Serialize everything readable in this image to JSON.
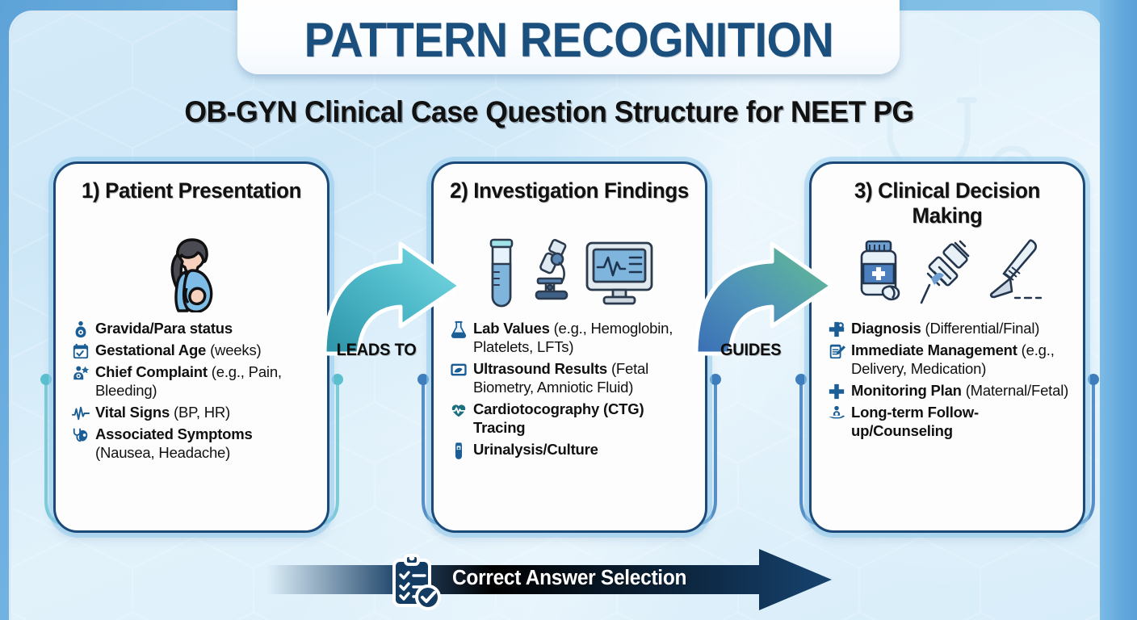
{
  "title": "PATTERN RECOGNITION",
  "subtitle": "OB-GYN Clinical Case Question Structure for NEET PG",
  "colors": {
    "title_navy": "#1b4f7e",
    "card_border": "#1b4a78",
    "icon_blue": "#1b5e96",
    "arrow1_start": "#2f9bb0",
    "arrow1_end": "#6fd0dd",
    "arrow2_start": "#3f72b8",
    "arrow2_end": "#5fbf8c",
    "banner_navy": "#143c63",
    "page_bg": "#5fa8dd"
  },
  "cards": [
    {
      "id": "card-patient-presentation",
      "heading": "1) Patient Presentation",
      "icons": [
        "pregnant-woman-icon"
      ],
      "bullets": [
        {
          "icon": "pregnancy-person-icon",
          "bold": "Gravida/Para status",
          "rest": ""
        },
        {
          "icon": "calendar-check-icon",
          "bold": "Gestational Age",
          "rest": " (weeks)"
        },
        {
          "icon": "patient-complaint-icon",
          "bold": "Chief Complaint",
          "rest": " (e.g., Pain, Bleeding)"
        },
        {
          "icon": "vital-signs-waveform-icon",
          "bold": "Vital Signs",
          "rest": " (BP, HR)"
        },
        {
          "icon": "stethoscope-head-icon",
          "bold": "Associated Symptoms",
          "rest": " (Nausea, Headache)"
        }
      ]
    },
    {
      "id": "card-investigation-findings",
      "heading": "2) Investigation Findings",
      "icons": [
        "test-tube-icon",
        "microscope-icon",
        "ecg-monitor-icon"
      ],
      "bullets": [
        {
          "icon": "flask-icon",
          "bold": "Lab Values",
          "rest": " (e.g., Hemoglobin, Platelets, LFTs)"
        },
        {
          "icon": "ultrasound-image-icon",
          "bold": "Ultrasound Results",
          "rest": " (Fetal Biometry, Amniotic Fluid)"
        },
        {
          "icon": "heart-pulse-icon",
          "bold": "Cardiotocography (CTG) Tracing",
          "rest": ""
        },
        {
          "icon": "urine-sample-icon",
          "bold": "Urinalysis/Culture",
          "rest": ""
        }
      ]
    },
    {
      "id": "card-clinical-decision-making",
      "heading": "3) Clinical Decision Making",
      "icons": [
        "medicine-bottle-icon",
        "syringe-icon",
        "scalpel-icon"
      ],
      "bullets": [
        {
          "icon": "medical-cross-gear-icon",
          "bold": "Diagnosis",
          "rest": " (Differential/Final)"
        },
        {
          "icon": "clipboard-pen-icon",
          "bold": "Immediate Management",
          "rest": " (e.g., Delivery, Medication)"
        },
        {
          "icon": "medical-cross-icon",
          "bold": "Monitoring Plan",
          "rest": " (Maternal/Fetal)"
        },
        {
          "icon": "hand-care-icon",
          "bold": "Long-term Follow-up/Counseling",
          "rest": ""
        }
      ]
    }
  ],
  "connectors": [
    {
      "id": "connector-leads-to",
      "label": "LEADS TO",
      "icon": "curved-arrow-right-icon"
    },
    {
      "id": "connector-guides",
      "label": "GUIDES",
      "icon": "curved-arrow-right-icon"
    }
  ],
  "bottom_banner": {
    "label": "Correct Answer Selection",
    "icon": "clipboard-check-icon",
    "arrow": "arrow-right-icon"
  }
}
